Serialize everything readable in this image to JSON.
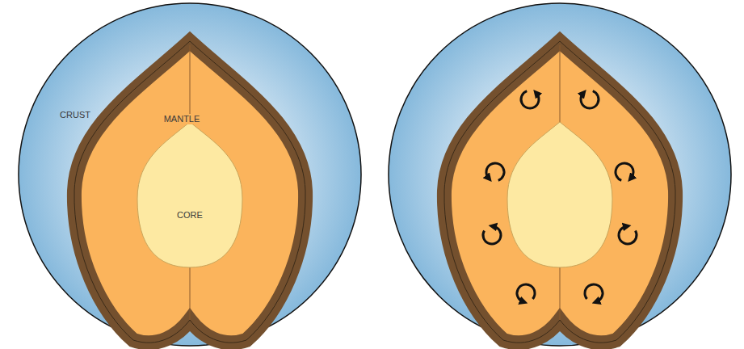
{
  "diagram": {
    "nodes": [
      {
        "text": [
          "CRUST"
        ]
      },
      {
        "text": [
          "MANTLE"
        ],
        "in": 0
      },
      {
        "text": [
          "CORE"
        ],
        "in": 1
      }
    ]
  }
}
